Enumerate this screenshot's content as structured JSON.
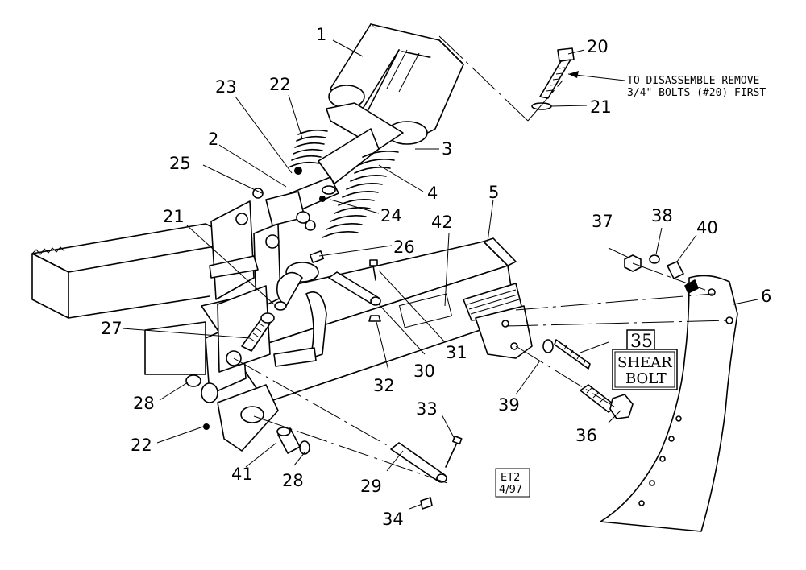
{
  "callouts": [
    "1",
    "2",
    "3",
    "4",
    "5",
    "6",
    "20",
    "21",
    "22",
    "23",
    "24",
    "25",
    "26",
    "42",
    "37",
    "38",
    "40",
    "21",
    "27",
    "28",
    "22",
    "41",
    "28",
    "29",
    "30",
    "31",
    "32",
    "33",
    "34",
    "39",
    "36"
  ],
  "note": {
    "line1": "TO DISASSEMBLE REMOVE",
    "line2": "3/4\" BOLTS (#20) FIRST"
  },
  "shear_bolt": {
    "number": "35",
    "line1": "SHEAR",
    "line2": "BOLT"
  },
  "revision": {
    "line1": "ET2",
    "line2": "4/97"
  }
}
